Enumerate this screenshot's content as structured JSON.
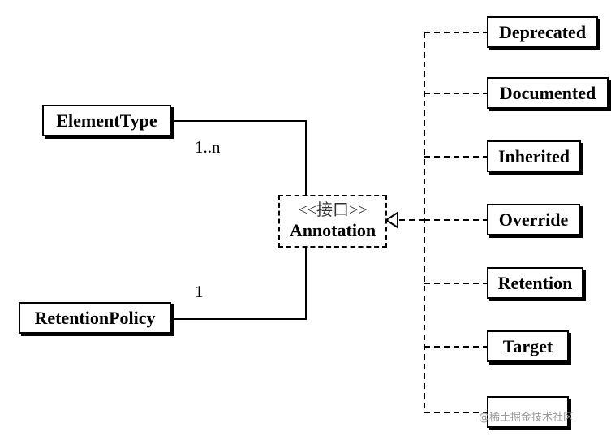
{
  "interface": {
    "stereotype": "<<接口>>",
    "name": "Annotation"
  },
  "associations": [
    {
      "class_name": "ElementType",
      "multiplicity": "1..n"
    },
    {
      "class_name": "RetentionPolicy",
      "multiplicity": "1"
    }
  ],
  "implementations": [
    {
      "name": "Deprecated"
    },
    {
      "name": "Documented"
    },
    {
      "name": "Inherited"
    },
    {
      "name": "Override"
    },
    {
      "name": "Retention"
    },
    {
      "name": "Target"
    },
    {
      "name": ""
    }
  ],
  "watermark": "@稀土掘金技术社区"
}
